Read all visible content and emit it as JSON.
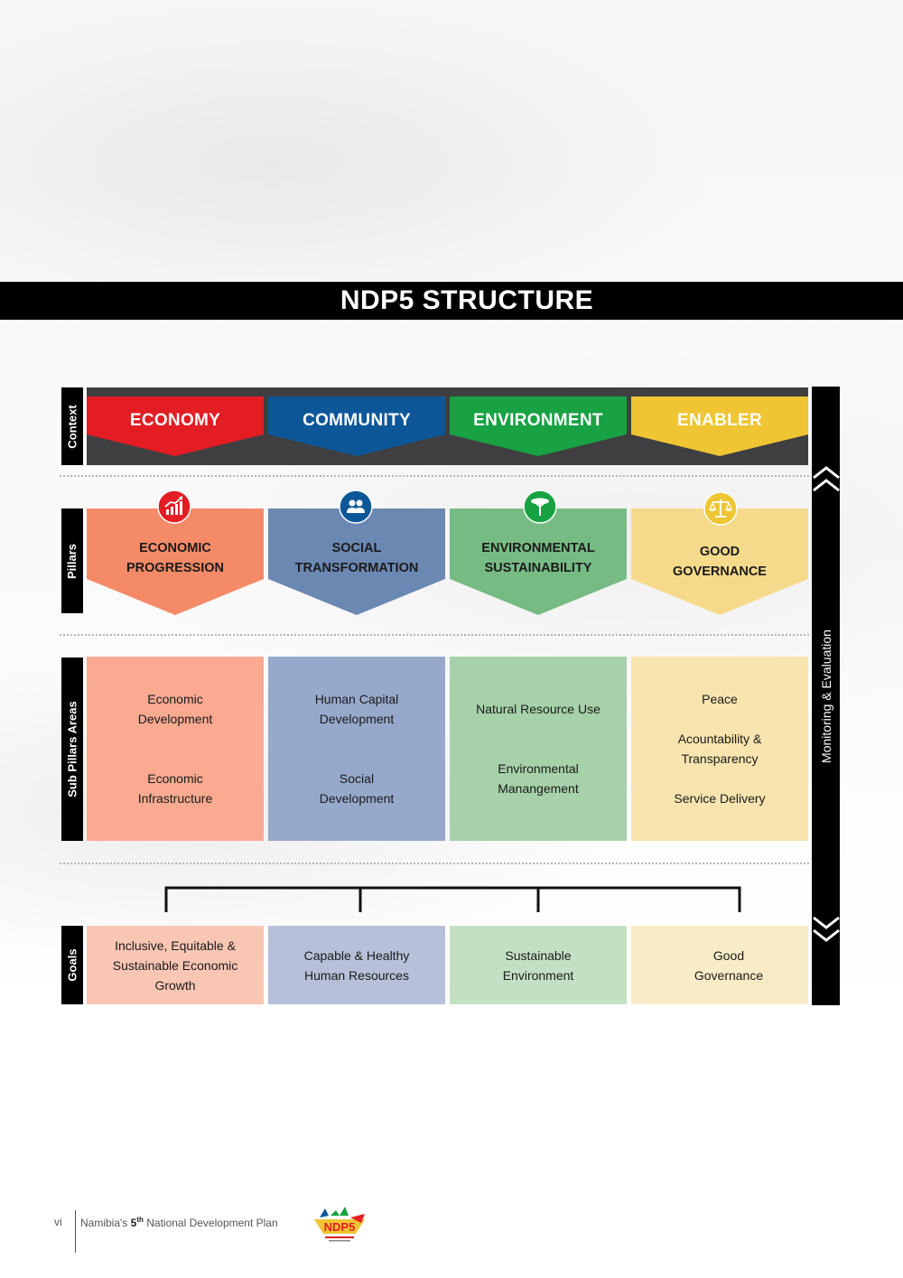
{
  "title": "NDP5 STRUCTURE",
  "row_labels": {
    "context": "Context",
    "pillars": "Pillars",
    "sub_pillars": "Sub Pillars Areas",
    "goals": "Goals"
  },
  "monitoring_label": "Monitoring & Evaluation",
  "columns": [
    {
      "context": "ECONOMY",
      "context_color": "#e31d23",
      "pillar_lines": [
        "ECONOMIC",
        "PROGRESSION"
      ],
      "pillar_color": "#f48a68",
      "icon": "growth-chart-icon",
      "icon_color": "#e31d23",
      "sub_items": [
        "Economic\nDevelopment",
        "Economic\nInfrastructure"
      ],
      "sub_color": "#f9aa90",
      "goal": "Inclusive, Equitable &\nSustainable Economic\nGrowth",
      "goal_color": "#f9c6b4"
    },
    {
      "context": "COMMUNITY",
      "context_color": "#0d5799",
      "pillar_lines": [
        "SOCIAL",
        "TRANSFORMATION"
      ],
      "pillar_color": "#6b88b3",
      "icon": "people-icon",
      "icon_color": "#0d5799",
      "sub_items": [
        "Human Capital\nDevelopment",
        "Social\nDevelopment"
      ],
      "sub_color": "#97a9cb",
      "goal": "Capable & Healthy\nHuman Resources",
      "goal_color": "#b6c0d8"
    },
    {
      "context": "ENVIRONMENT",
      "context_color": "#18a243",
      "pillar_lines": [
        "ENVIRONMENTAL",
        "SUSTAINABILITY"
      ],
      "pillar_color": "#77bb84",
      "icon": "tree-icon",
      "icon_color": "#18a243",
      "sub_items": [
        "Natural Resource Use",
        "Environmental\nManangement"
      ],
      "sub_color": "#a6d1a9",
      "goal": "Sustainable\nEnvironment",
      "goal_color": "#c4e0c4"
    },
    {
      "context": "ENABLER",
      "context_color": "#efc533",
      "pillar_lines": [
        "GOOD",
        "GOVERNANCE"
      ],
      "pillar_color": "#f5da8b",
      "icon": "scales-icon",
      "icon_color": "#efc533",
      "sub_items": [
        "Peace",
        "Acountability &\nTransparency",
        "Service Delivery"
      ],
      "sub_color": "#f8e4ae",
      "goal": "Good\nGovernance",
      "goal_color": "#f8ecc6"
    }
  ],
  "footer": {
    "page_number": "vi",
    "text_prefix": "Namibia's ",
    "text_bold": "5",
    "text_sup": "th",
    "text_suffix": " National Development Plan",
    "logo_text": "NDP5"
  }
}
